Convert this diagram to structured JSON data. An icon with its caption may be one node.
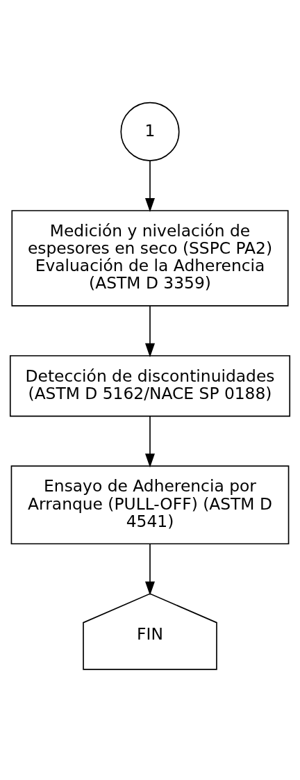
{
  "diagram": {
    "nodes": [
      {
        "text": [
          "1"
        ]
      },
      {
        "text": [
          "Medición y nivelación de espesores en seco (SSPC PA2)",
          "Evaluación de la Adherencia (ASTM D 3359)"
        ]
      },
      {
        "text": [
          "Detección de discontinuidades (ASTM D 5162/NACE SP 0188)"
        ]
      },
      {
        "text": [
          "Ensayo de Adherencia por Arranque (PULL-OFF) (ASTM D 4541)"
        ]
      },
      {
        "text": [
          "FIN"
        ]
      }
    ],
    "edges": [
      {
        "from": 0,
        "to": 1,
        "arrow": "to"
      },
      {
        "from": 1,
        "to": 2,
        "arrow": "to"
      },
      {
        "from": 2,
        "to": 3,
        "arrow": "to"
      },
      {
        "from": 3,
        "to": 4,
        "arrow": "to"
      }
    ]
  }
}
